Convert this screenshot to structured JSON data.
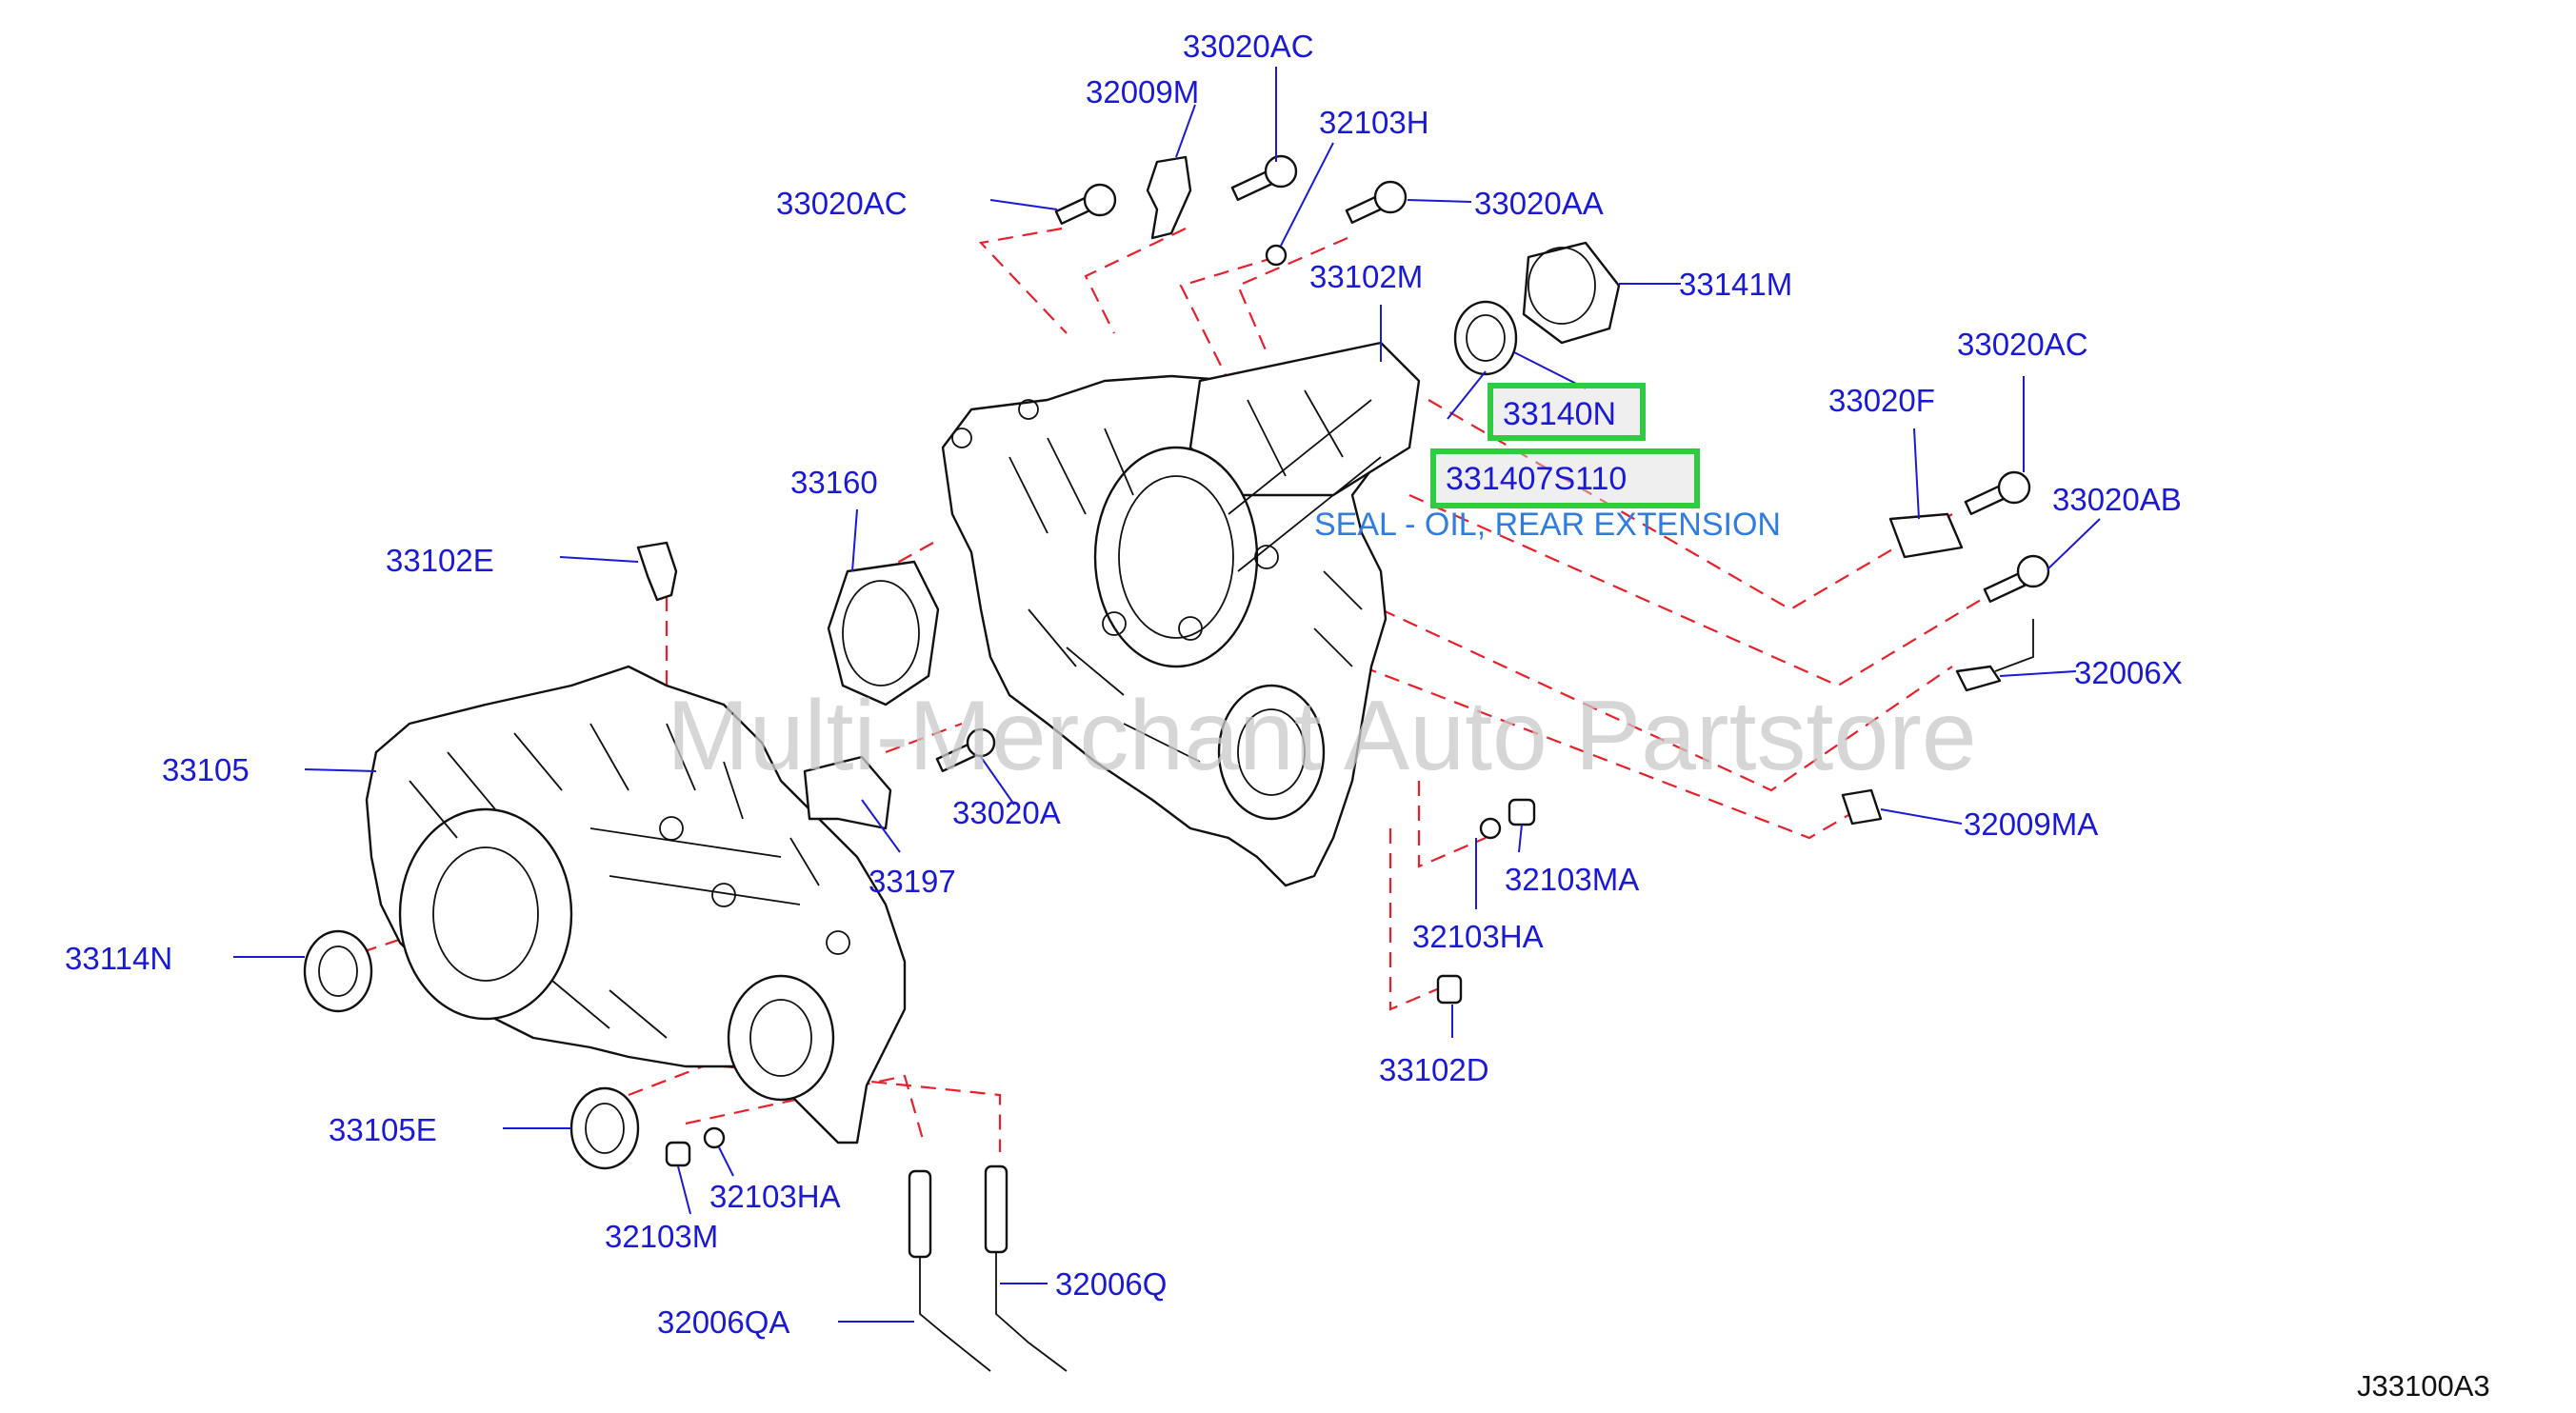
{
  "watermark": "Multi-Merchant Auto Partstore",
  "diagram_ref": "J33100A3",
  "highlight": {
    "part": "33140N",
    "part_number": "331407S110",
    "description": "SEAL - OIL, REAR EXTENSION"
  },
  "parts": [
    "33020AC",
    "32009M",
    "32103H",
    "33020AC",
    "33020AA",
    "33102M",
    "33141M",
    "33020AC",
    "33020F",
    "33020AB",
    "32006X",
    "32009MA",
    "33160",
    "33102E",
    "33105",
    "33020A",
    "33197",
    "32103MA",
    "32103HA",
    "33102D",
    "33114N",
    "33105E",
    "32103HA",
    "32103M",
    "32006Q",
    "32006QA"
  ]
}
